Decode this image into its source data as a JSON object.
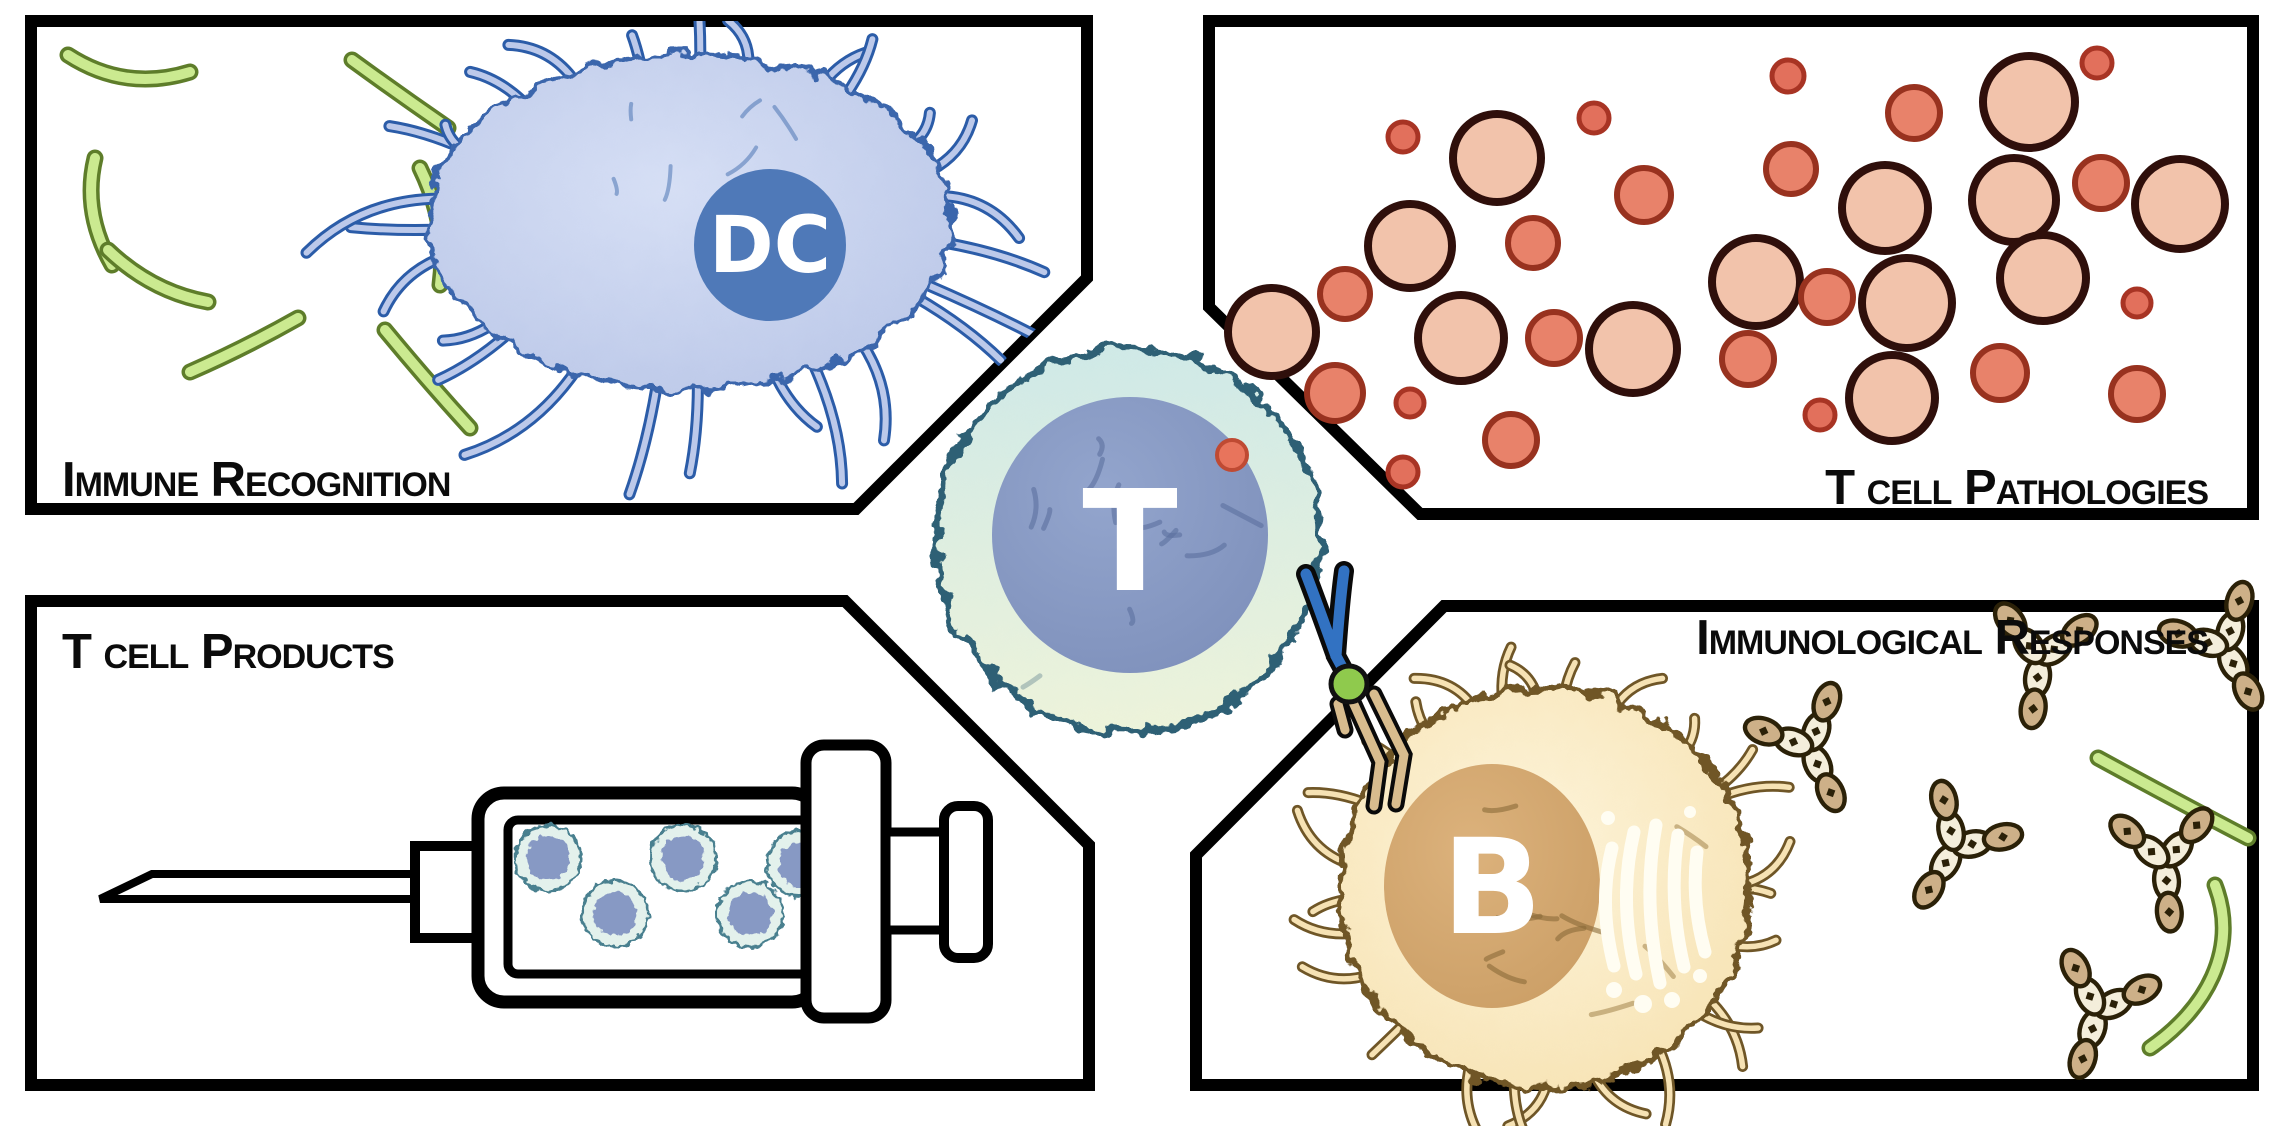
{
  "panels": {
    "immune_recognition": {
      "label": "Immune Recognition",
      "dendritic_cell": {
        "label": "DC"
      },
      "pathogens": [
        [
          [
            68,
            55
          ],
          [
            125,
            92
          ],
          [
            190,
            72
          ]
        ],
        [
          [
            95,
            158
          ],
          [
            82,
            212
          ],
          [
            112,
            265
          ]
        ],
        [
          [
            108,
            250
          ],
          [
            152,
            292
          ],
          [
            208,
            302
          ]
        ],
        [
          [
            190,
            372
          ],
          [
            245,
            348
          ],
          [
            298,
            318
          ]
        ],
        [
          [
            352,
            60
          ],
          [
            400,
            95
          ],
          [
            448,
            128
          ]
        ],
        [
          [
            420,
            168
          ],
          [
            448,
            225
          ],
          [
            440,
            285
          ]
        ],
        [
          [
            385,
            330
          ],
          [
            428,
            382
          ],
          [
            470,
            428
          ]
        ]
      ]
    },
    "t_cell_pathologies": {
      "label": "T cell Pathologies",
      "cells": {
        "large": [
          [
            1497,
            158,
            44
          ],
          [
            2029,
            102,
            46
          ],
          [
            1885,
            208,
            43
          ],
          [
            2014,
            200,
            42
          ],
          [
            1410,
            246,
            42
          ],
          [
            1756,
            282,
            44
          ],
          [
            1907,
            303,
            45
          ],
          [
            2043,
            278,
            43
          ],
          [
            1272,
            332,
            44
          ],
          [
            1461,
            338,
            43
          ],
          [
            1633,
            349,
            44
          ],
          [
            1892,
            398,
            43
          ],
          [
            2180,
            204,
            45
          ]
        ],
        "medium": [
          [
            1914,
            113,
            26
          ],
          [
            1791,
            169,
            25
          ],
          [
            1644,
            195,
            27
          ],
          [
            1533,
            243,
            25
          ],
          [
            1827,
            297,
            26
          ],
          [
            1345,
            294,
            25
          ],
          [
            1335,
            393,
            28
          ],
          [
            1554,
            338,
            26
          ],
          [
            1748,
            359,
            26
          ],
          [
            2000,
            373,
            27
          ],
          [
            2137,
            394,
            26
          ],
          [
            1511,
            440,
            26
          ],
          [
            2101,
            183,
            26
          ]
        ],
        "small": [
          [
            1788,
            76,
            16
          ],
          [
            2097,
            63,
            15
          ],
          [
            1594,
            118,
            15
          ],
          [
            1403,
            137,
            15
          ],
          [
            2137,
            303,
            14
          ],
          [
            1820,
            415,
            15
          ],
          [
            1410,
            403,
            14
          ],
          [
            1403,
            472,
            15
          ]
        ]
      }
    },
    "t_cell_products": {
      "label": "T cell Products",
      "syringe_cells": [
        [
          548,
          858
        ],
        [
          615,
          914
        ],
        [
          683,
          858
        ],
        [
          750,
          914
        ],
        [
          800,
          864
        ]
      ]
    },
    "immunological_responses": {
      "label": "Immunological Responses",
      "b_cell": {
        "label": "B"
      },
      "antibodies": [
        [
          1810,
          748,
          -25
        ],
        [
          2040,
          660,
          8
        ],
        [
          2225,
          648,
          -28
        ],
        [
          1955,
          848,
          32
        ],
        [
          2165,
          863,
          -5
        ],
        [
          2098,
          1012,
          18
        ]
      ],
      "pathogens": [
        [
          [
            2098,
            758
          ],
          [
            2175,
            800
          ],
          [
            2248,
            838
          ]
        ],
        [
          [
            2215,
            885
          ],
          [
            2240,
            950
          ],
          [
            2205,
            1010
          ],
          [
            2150,
            1048
          ]
        ]
      ]
    }
  },
  "center": {
    "t_cell": {
      "label": "T"
    }
  },
  "colors": {
    "panel_border": "#000000",
    "pathogen_fill": "#cbea90",
    "pathogen_stroke": "#5e7d2a",
    "dc_body": "#c3cfec",
    "dc_outline": "#3b66ac",
    "dc_nucleus": "#4f79b8",
    "dc_tentacle_out": "#2b5ca8",
    "dc_tentacle_in": "#bcc9ea",
    "t_body_top": "#cfe9e7",
    "t_body_bottom": "#edf3da",
    "t_outline": "#2f6175",
    "t_nucleus": "#8496c1",
    "t_dot_fill": "#e8745c",
    "t_dot_stroke": "#bf4a33",
    "path_large_fill": "#f2c3ab",
    "path_large_stroke": "#2f0f0b",
    "path_medium_fill": "#e8826a",
    "path_medium_stroke": "#98321f",
    "path_small_fill": "#e2705c",
    "path_small_stroke": "#a83424",
    "b_body": "#f8e7c0",
    "b_outline": "#6f5627",
    "b_nucleus": "#d0a26b",
    "b_tentacle_in": "#f6e2b4",
    "golgi": "#fffdf2",
    "antibody_cream": "#f4eedb",
    "antibody_tan": "#cdb088",
    "antibody_stroke": "#2b2108",
    "tcr_blue": "#3272c2",
    "antigen_green": "#8fca4d",
    "mhc_tan": "#d8bc8e",
    "syringe": "#000000",
    "product_cell_body": "#e3f1ec",
    "product_cell_edge": "#49808f",
    "product_cell_nucleus": "#8799c4"
  }
}
